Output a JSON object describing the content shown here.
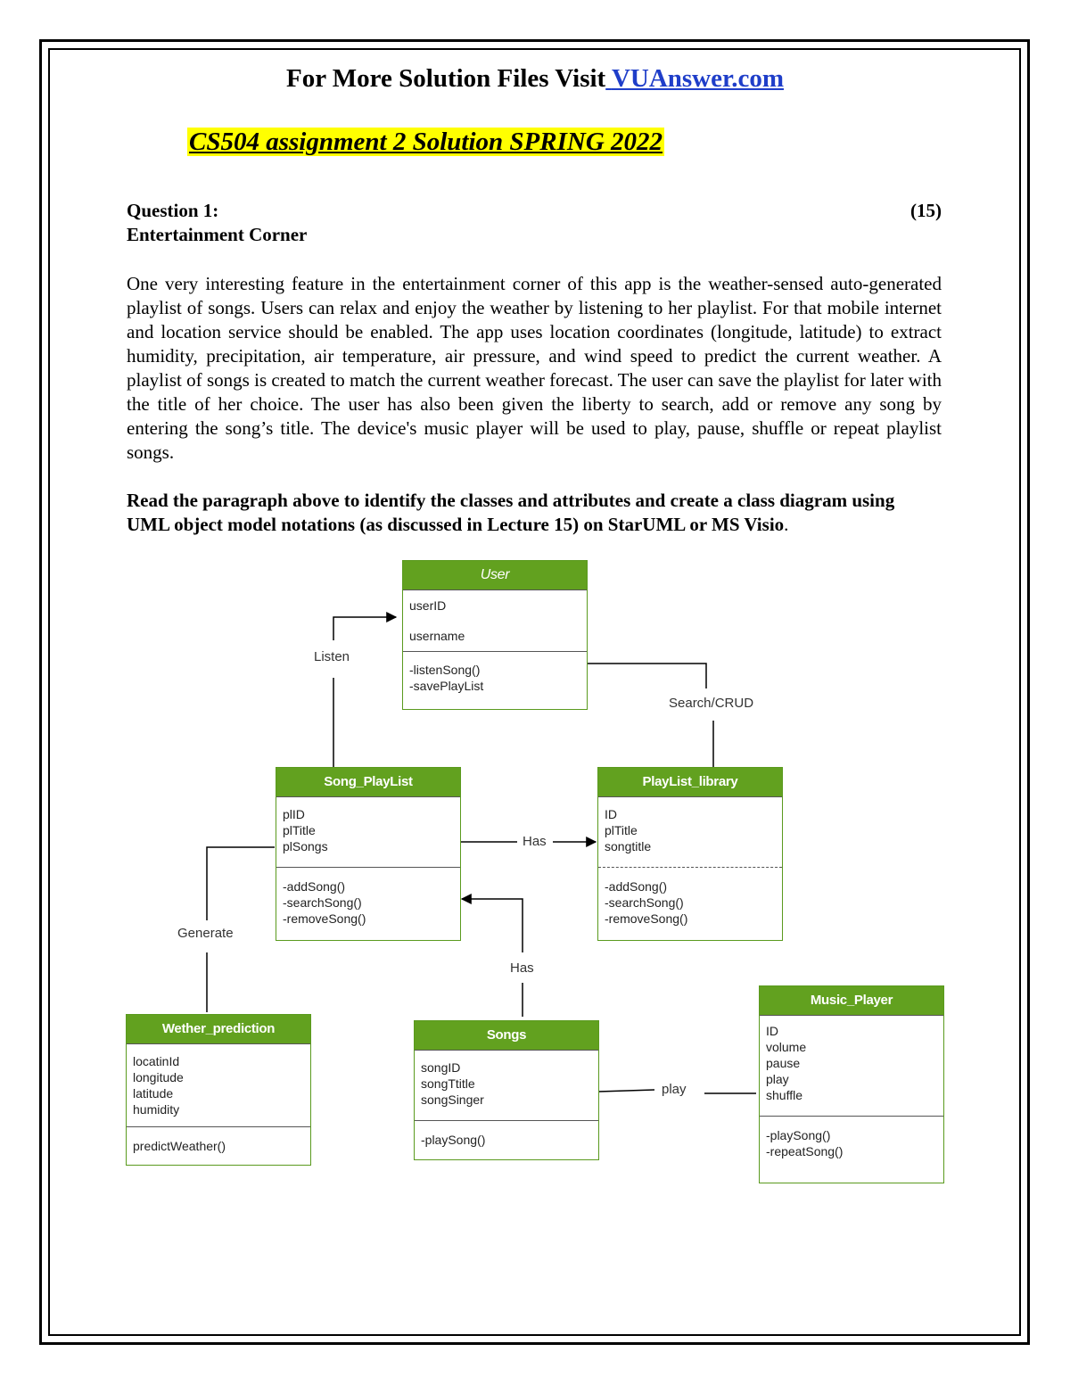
{
  "header": {
    "prefix": "For More Solution Files Visit",
    "link": "VUAnswer.com"
  },
  "subtitle": "CS504 assignment 2 Solution SPRING 2022",
  "question": {
    "label": "Question 1:",
    "marks": "(15)",
    "topic": "Entertainment Corner",
    "paragraph": "One very interesting feature in the entertainment corner of this app is the weather-sensed auto-generated playlist of songs. Users can relax and enjoy the weather by listening to her playlist. For that mobile internet and location service should be enabled. The app uses location coordinates (longitude, latitude) to extract humidity, precipitation, air temperature, air pressure, and wind speed to predict the current weather. A playlist of songs is created to match the current weather forecast. The user can save the playlist for later with the title of her choice. The user has also been given the liberty to search, add or remove any song by entering the song’s title. The device's music player will be used to play, pause, shuffle or repeat playlist songs.",
    "instruction": "Read the paragraph above to identify the classes and attributes and create a class diagram using UML object model notations (as discussed in Lecture 15) on StarUML or MS Visio",
    "instruction_end": "."
  },
  "diagram": {
    "classes": {
      "user": {
        "name": "User",
        "attrs": [
          "userID",
          "username"
        ],
        "ops": [
          "-listenSong()",
          "-savePlayList"
        ]
      },
      "song_playlist": {
        "name": "Song_PlayList",
        "attrs": [
          "plID",
          "plTitle",
          "plSongs"
        ],
        "ops": [
          "-addSong()",
          "-searchSong()",
          "-removeSong()"
        ]
      },
      "playlist_library": {
        "name": "PlayList_library",
        "attrs": [
          "ID",
          "plTitle",
          "songtitle"
        ],
        "ops": [
          "-addSong()",
          "-searchSong()",
          "-removeSong()"
        ]
      },
      "weather_prediction": {
        "name": "Wether_prediction",
        "attrs": [
          "locatinId",
          "longitude",
          "latitude",
          "humidity"
        ],
        "ops": [
          "predictWeather()"
        ]
      },
      "songs": {
        "name": "Songs",
        "attrs": [
          "songID",
          "songTtitle",
          "songSinger"
        ],
        "ops": [
          "-playSong()"
        ]
      },
      "music_player": {
        "name": "Music_Player",
        "attrs": [
          "ID",
          "volume",
          "pause",
          "play",
          "shuffle"
        ],
        "ops": [
          "-playSong()",
          "-repeatSong()"
        ]
      }
    },
    "relations": {
      "listen": "Listen",
      "search_crud": "Search/CRUD",
      "has_library": "Has",
      "has_songs": "Has",
      "generate": "Generate",
      "play": "play"
    }
  }
}
